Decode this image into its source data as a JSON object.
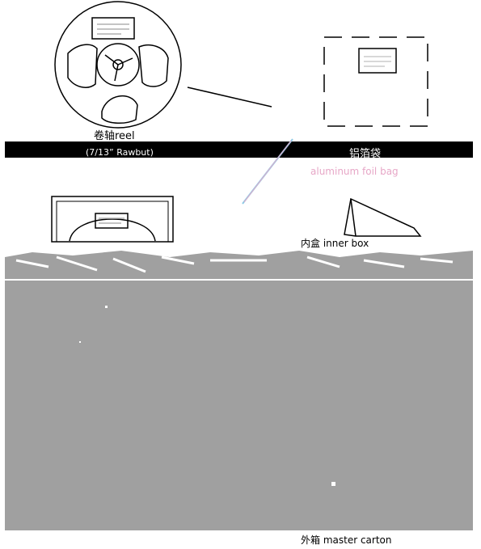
{
  "labels": {
    "reel_cn": "卷轴reel",
    "reel_sub": "(7/13” Rawbut)",
    "bag_cn": "铝箔袋",
    "bag_en": "aluminum foil bag",
    "inner_box": "内盒 inner box",
    "carton": "外箱 master carton"
  },
  "colors": {
    "background": "#ffffff",
    "line": "#000000",
    "gray_area": "#a0a0a0",
    "band": "#000000",
    "label_bag": "#ffffff",
    "label_bag_en": "#e7a7c7",
    "accent_line": "#8ecae6"
  }
}
